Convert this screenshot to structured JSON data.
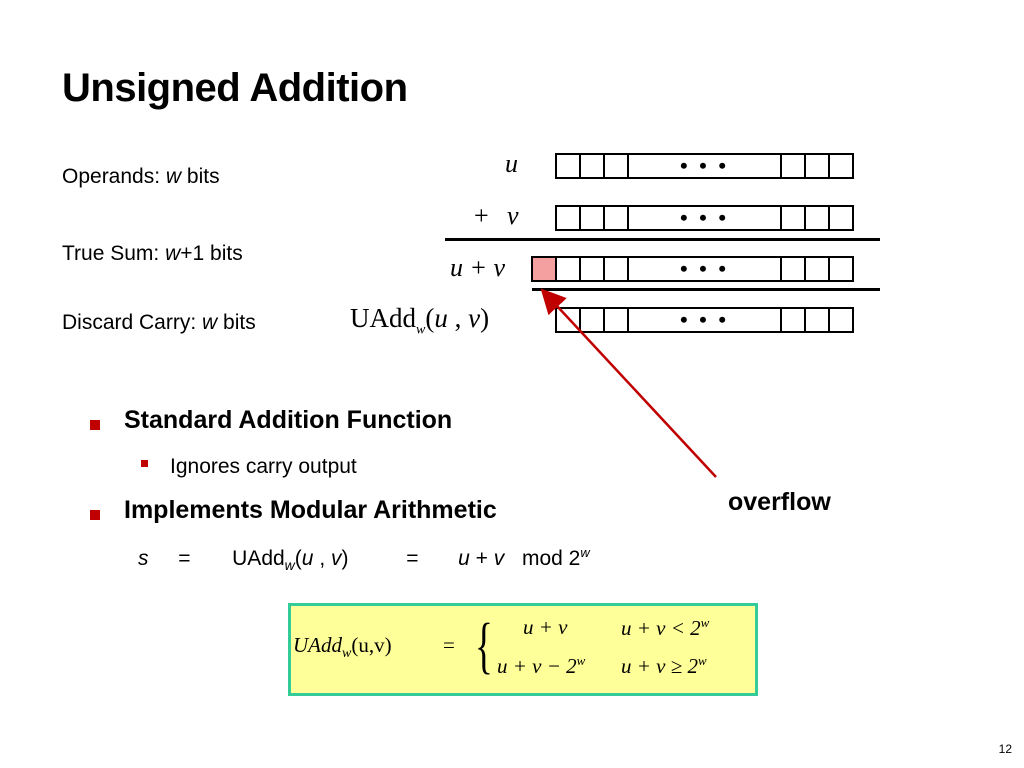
{
  "title": "Unsigned Addition",
  "labels": {
    "operands": "Operands: ",
    "operands_w": "w",
    "operands_bits": " bits",
    "true_sum": "True Sum: ",
    "true_sum_w": "w",
    "true_sum_bits": "+1 bits",
    "discard": "Discard Carry: ",
    "discard_w": "w",
    "discard_bits": " bits"
  },
  "rows": {
    "u": "u",
    "plus": "+",
    "v": "v",
    "sum": "u + v",
    "uadd": "UAdd",
    "uadd_sub": "w",
    "uadd_args_open": "(",
    "uadd_u": "u",
    "uadd_comma": " , ",
    "uadd_v": "v",
    "uadd_close": ")"
  },
  "dots": "• • •",
  "bullets": {
    "b1": "Standard Addition Function",
    "b1_sub": "Ignores carry output",
    "b2": "Implements Modular Arithmetic"
  },
  "formula": {
    "s": "s",
    "eq1": "=",
    "uadd": "UAdd",
    "sub": "w",
    "open": "(",
    "u": "u",
    "comma": " , ",
    "v": "v",
    "close": ")",
    "eq2": "=",
    "rhs_u": "u",
    "rhs_plus": " + ",
    "rhs_v": "v",
    "mod": " mod 2",
    "exp": "w"
  },
  "boxed": {
    "lhs": "UAdd",
    "lhs_sub": "w",
    "lhs_args": "(u,v)",
    "eq": "=",
    "case1_val": "u + v",
    "case1_cond": "u + v < 2",
    "case1_exp": "w",
    "case2_val": "u + v − 2",
    "case2_val_exp": "w",
    "case2_cond": "u + v ≥ 2",
    "case2_exp": "w"
  },
  "overflow": "overflow",
  "page_number": "12",
  "colors": {
    "carry_cell": "#f4a0a0",
    "arrow": "#c00000",
    "bullet": "#c00000",
    "box_fill": "#ffff99",
    "box_border": "#33cc99"
  }
}
